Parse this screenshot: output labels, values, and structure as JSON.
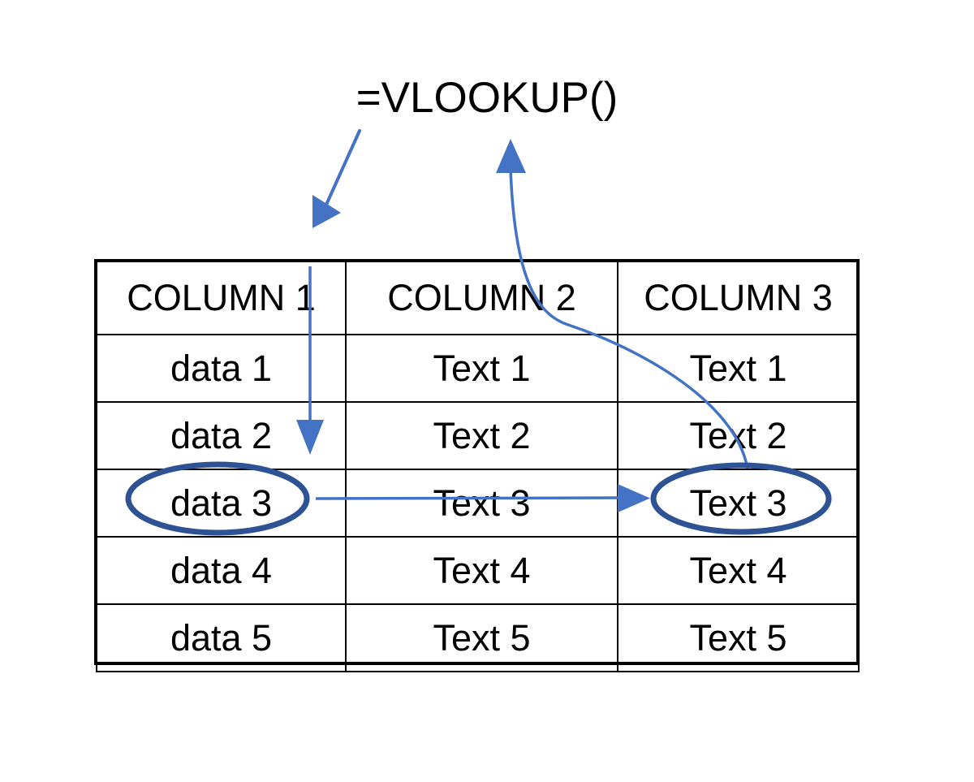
{
  "title": "=VLOOKUP()",
  "colors": {
    "arrow_blue": "#4472C4",
    "ellipse_blue": "#2E5395",
    "table_border": "#000000",
    "text": "#000000",
    "background": "#FFFFFF"
  },
  "table": {
    "headers": [
      "COLUMN 1",
      "COLUMN 2",
      "COLUMN 3"
    ],
    "rows": [
      [
        "data 1",
        "Text 1",
        "Text 1"
      ],
      [
        "data 2",
        "Text 2",
        "Text 2"
      ],
      [
        "data 3",
        "Text 3",
        "Text 3"
      ],
      [
        "data 4",
        "Text 4",
        "Text 4"
      ],
      [
        "data 5",
        "Text 5",
        "Text 5"
      ]
    ]
  },
  "annotations": {
    "diagonal_arrow": "arrow-from-formula-to-lookup-column",
    "vertical_arrow": "arrow-down-column-1",
    "horizontal_arrow": "arrow-row3-to-result",
    "curved_arrow": "arrow-result-back-to-formula",
    "highlight_left": "data 3",
    "highlight_right": "Text 3"
  }
}
